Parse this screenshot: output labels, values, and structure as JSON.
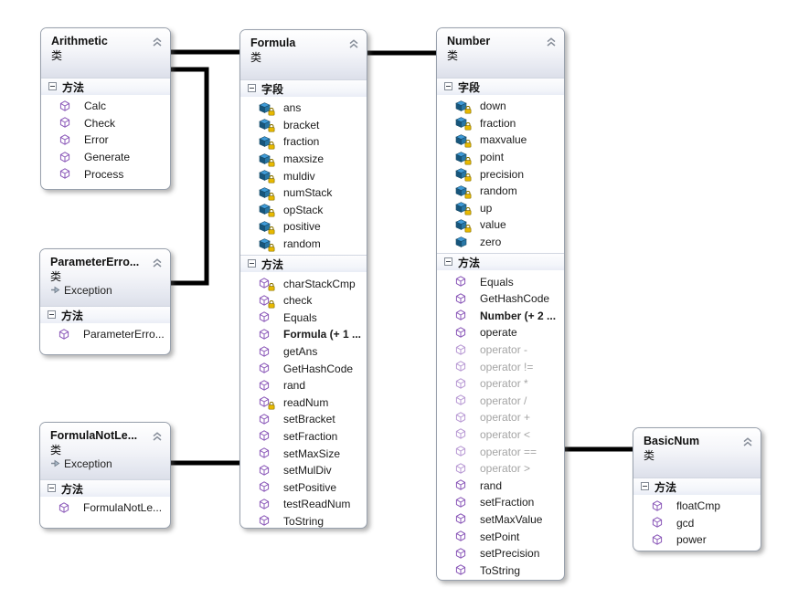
{
  "diagram": {
    "kind": "uml-class-diagram",
    "background": "#ffffff",
    "colors": {
      "connector": "#000000",
      "box_border": "#98a0ac",
      "field_icon": "#2877a6",
      "method_icon": "#8a57b8",
      "lock_icon": "#e8b900",
      "muted_text": "#a5a5a5"
    }
  },
  "classes": [
    {
      "id": "arithmetic",
      "name": "Arithmetic",
      "stereotype": "类",
      "sections": [
        {
          "title": "方法",
          "items": [
            {
              "label": "Calc",
              "kind": "method",
              "lock": false
            },
            {
              "label": "Check",
              "kind": "method",
              "lock": false
            },
            {
              "label": "Error",
              "kind": "method",
              "lock": false
            },
            {
              "label": "Generate",
              "kind": "method",
              "lock": false
            },
            {
              "label": "Process",
              "kind": "method",
              "lock": false
            }
          ]
        }
      ]
    },
    {
      "id": "parameter-error",
      "name": "ParameterErro...",
      "stereotype": "类",
      "base": "Exception",
      "sections": [
        {
          "title": "方法",
          "items": [
            {
              "label": "ParameterErro...",
              "kind": "method",
              "lock": false
            }
          ]
        }
      ]
    },
    {
      "id": "formula-not-le",
      "name": "FormulaNotLe...",
      "stereotype": "类",
      "base": "Exception",
      "sections": [
        {
          "title": "方法",
          "items": [
            {
              "label": "FormulaNotLe...",
              "kind": "method",
              "lock": false
            }
          ]
        }
      ]
    },
    {
      "id": "formula",
      "name": "Formula",
      "stereotype": "类",
      "sections": [
        {
          "title": "字段",
          "items": [
            {
              "label": "ans",
              "kind": "field",
              "lock": true
            },
            {
              "label": "bracket",
              "kind": "field",
              "lock": true
            },
            {
              "label": "fraction",
              "kind": "field",
              "lock": true
            },
            {
              "label": "maxsize",
              "kind": "field",
              "lock": true
            },
            {
              "label": "muldiv",
              "kind": "field",
              "lock": true
            },
            {
              "label": "numStack",
              "kind": "field",
              "lock": true
            },
            {
              "label": "opStack",
              "kind": "field",
              "lock": true
            },
            {
              "label": "positive",
              "kind": "field",
              "lock": true
            },
            {
              "label": "random",
              "kind": "field",
              "lock": true
            }
          ]
        },
        {
          "title": "方法",
          "items": [
            {
              "label": "charStackCmp",
              "kind": "method",
              "lock": true
            },
            {
              "label": "check",
              "kind": "method",
              "lock": true
            },
            {
              "label": "Equals",
              "kind": "method",
              "lock": false
            },
            {
              "label": "Formula (+ 1 ...",
              "kind": "method",
              "lock": false,
              "bold": true
            },
            {
              "label": "getAns",
              "kind": "method",
              "lock": false
            },
            {
              "label": "GetHashCode",
              "kind": "method",
              "lock": false
            },
            {
              "label": "rand",
              "kind": "method",
              "lock": false
            },
            {
              "label": "readNum",
              "kind": "method",
              "lock": true
            },
            {
              "label": "setBracket",
              "kind": "method",
              "lock": false
            },
            {
              "label": "setFraction",
              "kind": "method",
              "lock": false
            },
            {
              "label": "setMaxSize",
              "kind": "method",
              "lock": false
            },
            {
              "label": "setMulDiv",
              "kind": "method",
              "lock": false
            },
            {
              "label": "setPositive",
              "kind": "method",
              "lock": false
            },
            {
              "label": "testReadNum",
              "kind": "method",
              "lock": false
            },
            {
              "label": "ToString",
              "kind": "method",
              "lock": false
            }
          ]
        }
      ]
    },
    {
      "id": "number",
      "name": "Number",
      "stereotype": "类",
      "sections": [
        {
          "title": "字段",
          "items": [
            {
              "label": "down",
              "kind": "field",
              "lock": true
            },
            {
              "label": "fraction",
              "kind": "field",
              "lock": true
            },
            {
              "label": "maxvalue",
              "kind": "field",
              "lock": true
            },
            {
              "label": "point",
              "kind": "field",
              "lock": true
            },
            {
              "label": "precision",
              "kind": "field",
              "lock": true
            },
            {
              "label": "random",
              "kind": "field",
              "lock": true
            },
            {
              "label": "up",
              "kind": "field",
              "lock": true
            },
            {
              "label": "value",
              "kind": "field",
              "lock": true
            },
            {
              "label": "zero",
              "kind": "field",
              "lock": false
            }
          ]
        },
        {
          "title": "方法",
          "items": [
            {
              "label": "Equals",
              "kind": "method",
              "lock": false
            },
            {
              "label": "GetHashCode",
              "kind": "method",
              "lock": false
            },
            {
              "label": "Number (+ 2 ...",
              "kind": "method",
              "lock": false,
              "bold": true
            },
            {
              "label": "operate",
              "kind": "method",
              "lock": false
            },
            {
              "label": "operator -",
              "kind": "method",
              "lock": false,
              "muted": true
            },
            {
              "label": "operator !=",
              "kind": "method",
              "lock": false,
              "muted": true
            },
            {
              "label": "operator *",
              "kind": "method",
              "lock": false,
              "muted": true
            },
            {
              "label": "operator /",
              "kind": "method",
              "lock": false,
              "muted": true
            },
            {
              "label": "operator +",
              "kind": "method",
              "lock": false,
              "muted": true
            },
            {
              "label": "operator <",
              "kind": "method",
              "lock": false,
              "muted": true
            },
            {
              "label": "operator ==",
              "kind": "method",
              "lock": false,
              "muted": true
            },
            {
              "label": "operator >",
              "kind": "method",
              "lock": false,
              "muted": true
            },
            {
              "label": "rand",
              "kind": "method",
              "lock": false
            },
            {
              "label": "setFraction",
              "kind": "method",
              "lock": false
            },
            {
              "label": "setMaxValue",
              "kind": "method",
              "lock": false
            },
            {
              "label": "setPoint",
              "kind": "method",
              "lock": false
            },
            {
              "label": "setPrecision",
              "kind": "method",
              "lock": false
            },
            {
              "label": "ToString",
              "kind": "method",
              "lock": false
            }
          ]
        }
      ]
    },
    {
      "id": "basic-num",
      "name": "BasicNum",
      "stereotype": "类",
      "sections": [
        {
          "title": "方法",
          "items": [
            {
              "label": "floatCmp",
              "kind": "method",
              "lock": false
            },
            {
              "label": "gcd",
              "kind": "method",
              "lock": false
            },
            {
              "label": "power",
              "kind": "method",
              "lock": false
            }
          ]
        }
      ]
    }
  ],
  "connectors": [
    {
      "from": "Arithmetic",
      "to": "Formula"
    },
    {
      "from": "Formula",
      "to": "Number"
    },
    {
      "from": "Arithmetic",
      "to": "ParameterErro..."
    },
    {
      "from": "FormulaNotLe...",
      "to": "Formula"
    },
    {
      "from": "Number",
      "to": "BasicNum"
    }
  ]
}
